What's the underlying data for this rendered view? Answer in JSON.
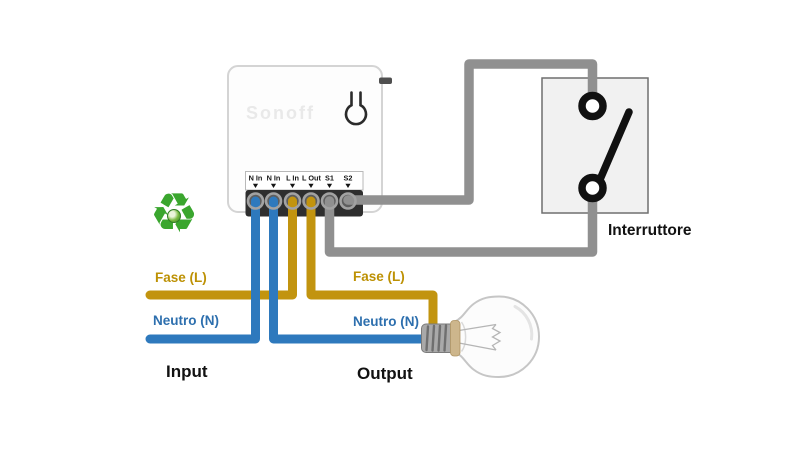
{
  "device": {
    "brand_logo": "Sonoff",
    "terminals": [
      {
        "label": "N In",
        "wire": "neutro"
      },
      {
        "label": "N In",
        "wire": "neutro"
      },
      {
        "label": "L In",
        "wire": "fase"
      },
      {
        "label": "L Out",
        "wire": "fase"
      },
      {
        "label": "S1",
        "wire": "switch"
      },
      {
        "label": "S2",
        "wire": "switch"
      }
    ]
  },
  "labels": {
    "input_fase": "Fase (L)",
    "input_neutro": "Neutro (N)",
    "input_caption": "Input",
    "output_fase": "Fase (L)",
    "output_neutro": "Neutro (N)",
    "output_caption": "Output",
    "switch_caption": "Interruttore"
  },
  "icons": {
    "recycle_icon": "♻",
    "power_icon": "power-button-outline",
    "switch_icon": "single-pole-switch-symbol",
    "bulb_icon": "incandescent-light-bulb"
  },
  "colors": {
    "fase_wire": "#c2940f",
    "neutro_wire": "#2e79bd",
    "switch_wire": "#909090",
    "fase_text": "#bd9104",
    "neutro_text": "#2d6fae",
    "recycle_green": "#3aa62e",
    "terminal_block": "#2e2e2e"
  }
}
